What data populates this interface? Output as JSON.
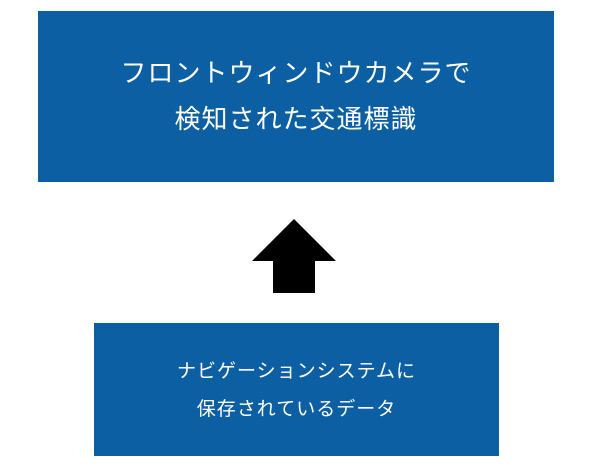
{
  "top_box": {
    "line1": "フロントウィンドウカメラで",
    "line2": "検知された交通標識"
  },
  "bottom_box": {
    "line1": "ナビゲーションシステムに",
    "line2": "保存されているデータ"
  },
  "arrow": {
    "icon": "up-arrow-icon",
    "color": "#000000"
  },
  "colors": {
    "box_fill": "#0d5fa3",
    "box_text": "#ffffff",
    "background": "#ffffff"
  }
}
